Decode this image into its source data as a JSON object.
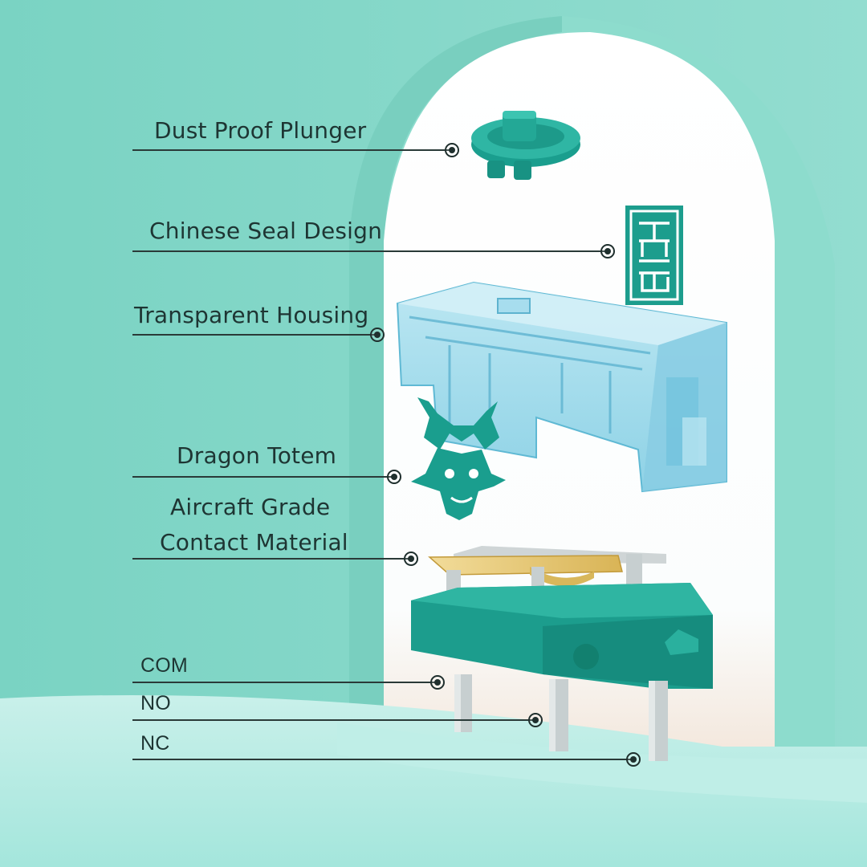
{
  "callouts": [
    {
      "id": "plunger",
      "text": "Dust Proof Plunger"
    },
    {
      "id": "seal",
      "text": "Chinese Seal Design"
    },
    {
      "id": "housing",
      "text": "Transparent Housing"
    },
    {
      "id": "dragon",
      "text": "Dragon Totem"
    },
    {
      "id": "contact",
      "lines": [
        "Aircraft Grade",
        "Contact Material"
      ]
    },
    {
      "id": "com",
      "text": "COM"
    },
    {
      "id": "no",
      "text": "NO"
    },
    {
      "id": "nc",
      "text": "NC"
    }
  ],
  "colors": {
    "background": "#7fd6c6",
    "arch_wall": "#86d9ca",
    "teal_part": "#1a9e8e",
    "housing_blue": "#9fd8ea",
    "gold_contact": "#e3c46d",
    "pin_gray": "#c7cfd0",
    "line": "#2a3a38"
  }
}
